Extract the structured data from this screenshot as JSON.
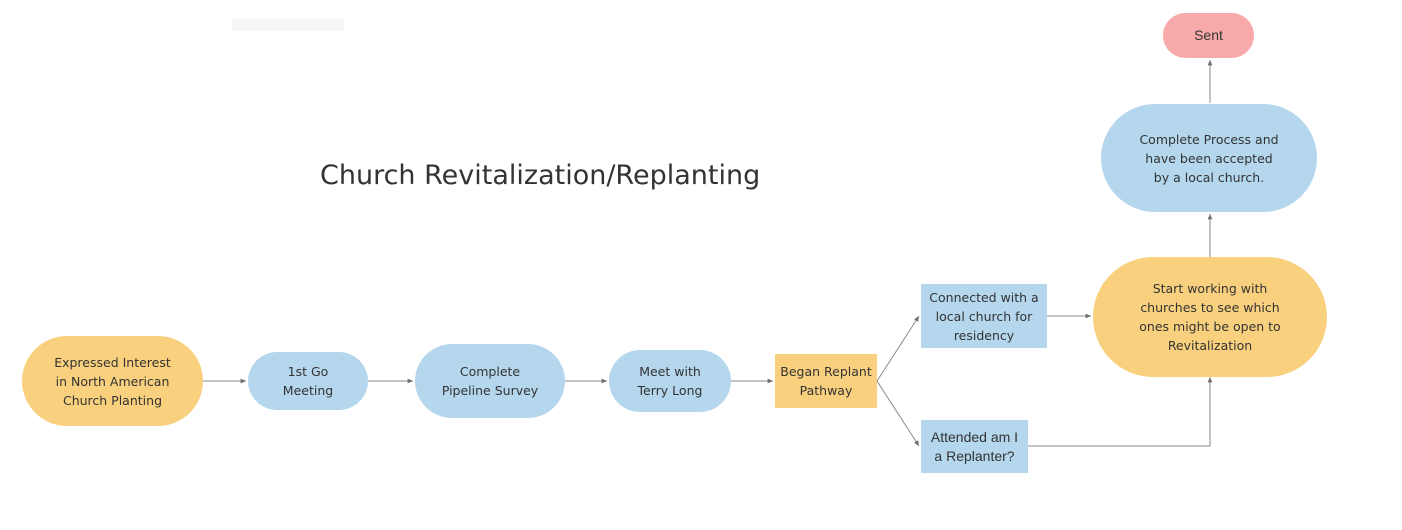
{
  "diagram": {
    "title": "Church Revitalization/Replanting",
    "nodes": {
      "expressed_interest": "Expressed Interest\nin North American\nChurch Planting",
      "first_go_meeting": "1st Go\nMeeting",
      "pipeline_survey": "Complete\nPipeline Survey",
      "meet_terry": "Meet with\nTerry Long",
      "began_replant": "Began Replant\nPathway",
      "connected_residency": "Connected with a\nlocal church for\nresidency",
      "attended_replanter": "Attended am I\na Replanter?",
      "start_working": "Start working with\nchurches to see which\nones might be open to\nRevitalization",
      "complete_process": "Complete Process and\nhave been accepted\nby a local church.",
      "sent": "Sent"
    },
    "colors": {
      "orange": "#f9d17e",
      "blue": "#b5d7ee",
      "pink": "#f8a9a9",
      "connector": "#7f7f7f"
    }
  }
}
